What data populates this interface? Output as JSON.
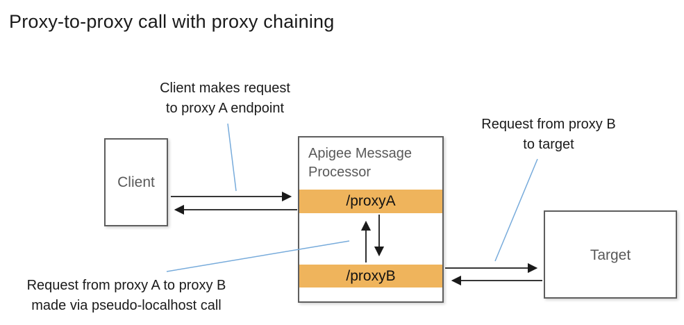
{
  "title": "Proxy-to-proxy call with proxy chaining",
  "nodes": {
    "client": {
      "label": "Client"
    },
    "message_processor": {
      "title": "Apigee Message Processor",
      "proxy_a_label": "/proxyA",
      "proxy_b_label": "/proxyB"
    },
    "target": {
      "label": "Target"
    }
  },
  "annotations": {
    "client_request": {
      "line1": "Client makes request",
      "line2": "to proxy A endpoint"
    },
    "target_request": {
      "line1": "Request from proxy B",
      "line2": "to target"
    },
    "localhost_call": {
      "line1": "Request from proxy A to proxy B",
      "line2": "made via pseudo-localhost call"
    }
  },
  "colors": {
    "proxy_bar_orange": "#efb45c",
    "box_border_gray": "#5e5e5e",
    "box_label_gray": "#595959",
    "text_black": "#1a1a1a",
    "callout_line_blue": "#77abdb",
    "arrow_black": "#1a1a1a"
  }
}
